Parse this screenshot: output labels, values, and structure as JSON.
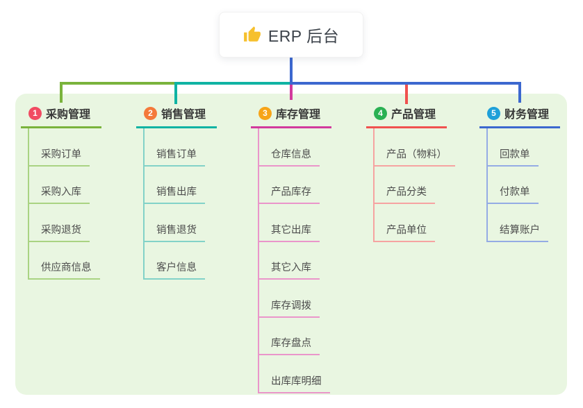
{
  "root": {
    "label": "ERP 后台",
    "icon": "thumbs-up-icon",
    "icon_color": "#f6c02d"
  },
  "colors": {
    "panel_bg": "#e9f6e1"
  },
  "branches": [
    {
      "num": "1",
      "title": "采购管理",
      "badge_color": "#f14b62",
      "line_color": "#7ab33c",
      "child_line_color": "#a9d382",
      "children": [
        "采购订单",
        "采购入库",
        "采购退货",
        "供应商信息"
      ]
    },
    {
      "num": "2",
      "title": "销售管理",
      "badge_color": "#f4793b",
      "line_color": "#0fb3a3",
      "child_line_color": "#82d2c8",
      "children": [
        "销售订单",
        "销售出库",
        "销售退货",
        "客户信息"
      ]
    },
    {
      "num": "3",
      "title": "库存管理",
      "badge_color": "#f7a418",
      "line_color": "#d23a9d",
      "child_line_color": "#ea95ca",
      "children": [
        "仓库信息",
        "产品库存",
        "其它出库",
        "其它入库",
        "库存调拨",
        "库存盘点",
        "出库库明细"
      ]
    },
    {
      "num": "4",
      "title": "产品管理",
      "badge_color": "#2ab153",
      "line_color": "#f0514f",
      "child_line_color": "#f6a3a1",
      "children": [
        "产品（物料）",
        "产品分类",
        "产品单位"
      ]
    },
    {
      "num": "5",
      "title": "财务管理",
      "badge_color": "#1ea0d9",
      "line_color": "#3c68cf",
      "child_line_color": "#94abe4",
      "children": [
        "回款单",
        "付款单",
        "结算账户"
      ]
    }
  ]
}
